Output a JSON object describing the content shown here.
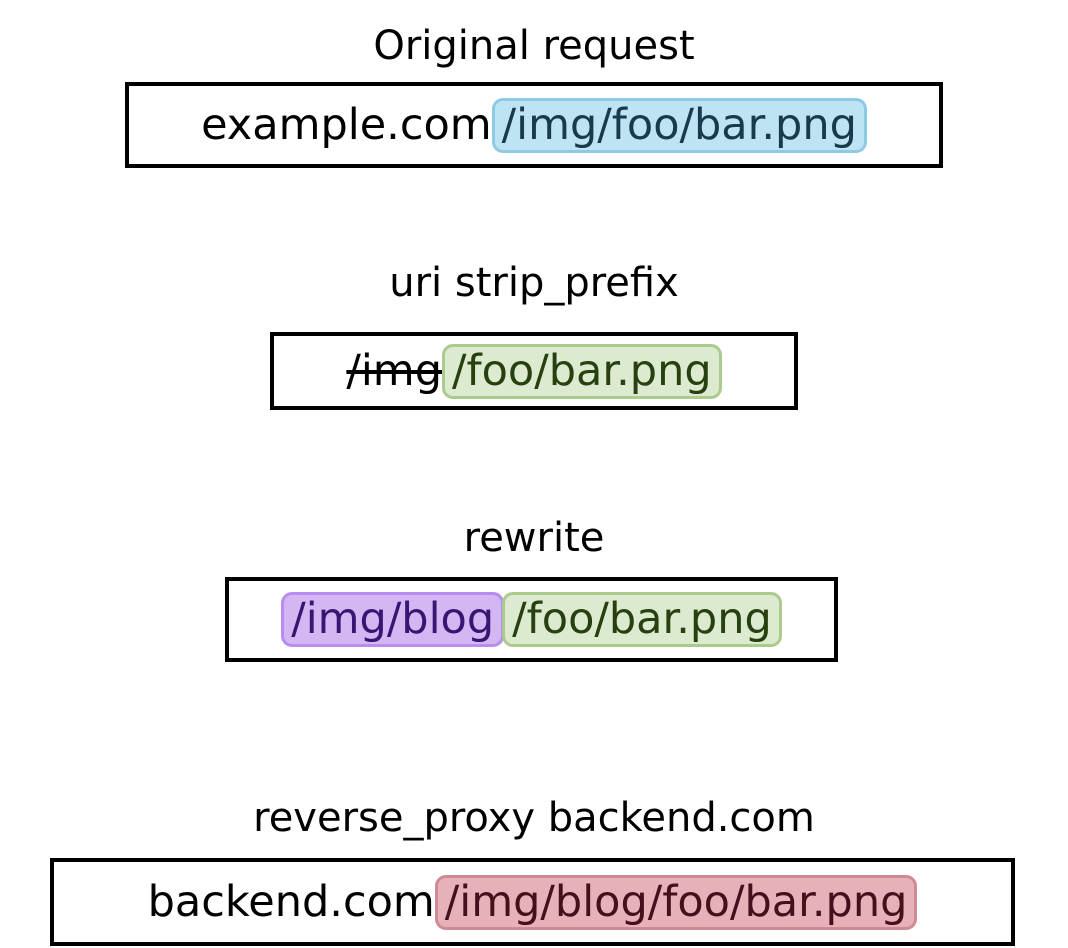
{
  "diagram": {
    "description": "URI rewrite flow diagram",
    "steps": [
      {
        "title": "Original request",
        "segments": [
          {
            "text": "example.com",
            "style": "plain"
          },
          {
            "text": "/img/foo/bar.png",
            "style": "highlight-blue"
          }
        ]
      },
      {
        "title": "uri strip_prefix",
        "segments": [
          {
            "text": "/img",
            "style": "strikethrough"
          },
          {
            "text": "/foo/bar.png",
            "style": "highlight-green"
          }
        ]
      },
      {
        "title": "rewrite",
        "segments": [
          {
            "text": "/img/blog",
            "style": "highlight-purple"
          },
          {
            "text": "/foo/bar.png",
            "style": "highlight-green"
          }
        ]
      },
      {
        "title": "reverse_proxy backend.com",
        "segments": [
          {
            "text": "backend.com",
            "style": "plain"
          },
          {
            "text": "/img/blog/foo/bar.png",
            "style": "highlight-red"
          }
        ]
      }
    ],
    "colors": {
      "background": "#ffffff",
      "text": "#000000",
      "box_border": "#000000",
      "blue_bg": "#bee3f2",
      "blue_border": "#8ecae6",
      "blue_text": "#173a4d",
      "green_bg": "#dcead0",
      "green_border": "#abcb8d",
      "green_text": "#26400f",
      "purple_bg": "#d3b7f3",
      "purple_border": "#b78df0",
      "purple_text": "#3a1472",
      "red_bg": "#e7b1ba",
      "red_border": "#ce8b95",
      "red_text": "#470e1c"
    }
  }
}
